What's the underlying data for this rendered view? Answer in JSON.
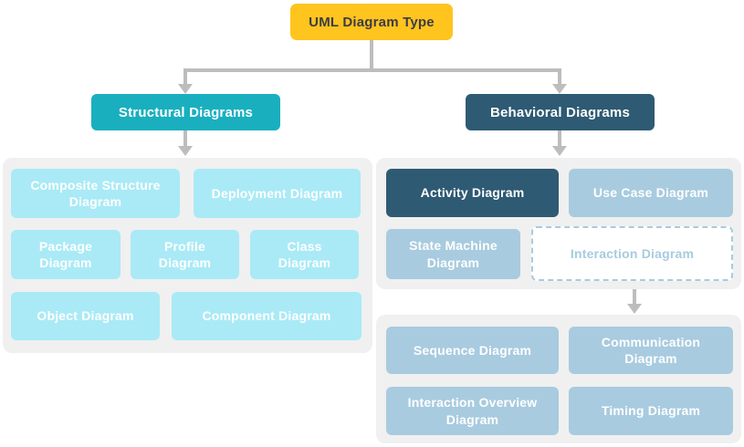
{
  "root": {
    "label": "UML Diagram Type"
  },
  "structural": {
    "header": "Structural Diagrams",
    "items": [
      {
        "label": "Composite Structure\nDiagram"
      },
      {
        "label": "Deployment Diagram"
      },
      {
        "label": "Package\nDiagram"
      },
      {
        "label": "Profile\nDiagram"
      },
      {
        "label": "Class\nDiagram"
      },
      {
        "label": "Object Diagram"
      },
      {
        "label": "Component Diagram"
      }
    ]
  },
  "behavioral": {
    "header": "Behavioral Diagrams",
    "items": [
      {
        "label": "Activity Diagram",
        "state": "highlighted"
      },
      {
        "label": "Use Case Diagram",
        "state": "normal"
      },
      {
        "label": "State Machine\nDiagram",
        "state": "normal"
      },
      {
        "label": "Interaction Diagram",
        "state": "dashed-abstract"
      }
    ]
  },
  "interaction_children": {
    "items": [
      {
        "label": "Sequence Diagram"
      },
      {
        "label": "Communication\nDiagram"
      },
      {
        "label": "Interaction Overview\nDiagram"
      },
      {
        "label": "Timing Diagram"
      }
    ]
  },
  "colors": {
    "root_bg": "#FFC41E",
    "root_text": "#3C3C46",
    "structural_header_bg": "#1AAFBF",
    "behavioral_header_bg": "#2E5A73",
    "structural_node_bg": "#A9EAF6",
    "behavioral_node_bg": "#A8CBDF",
    "highlighted_node_bg": "#2E5A73",
    "group_bg": "#F0F0F0",
    "connector": "#BDBDBD",
    "node_text": "#FFFFFF"
  }
}
